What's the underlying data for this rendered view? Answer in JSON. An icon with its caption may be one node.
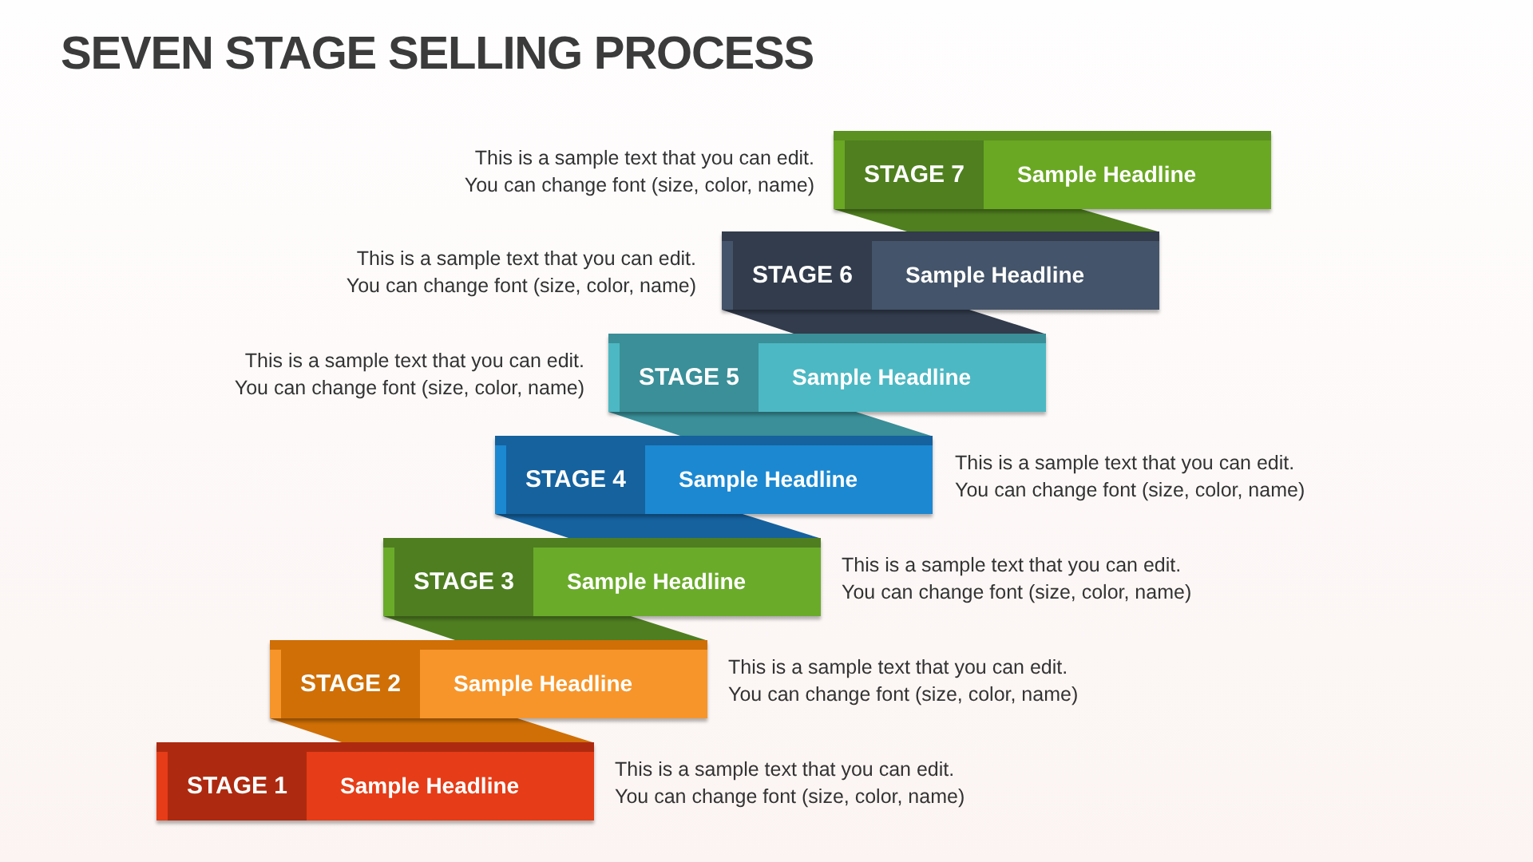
{
  "diagram": {
    "title": "SEVEN STAGE SELLING PROCESS",
    "nodes": [
      {
        "text": [
          "STAGE 7",
          "Sample Headline"
        ],
        "beside": [
          "This is a sample text that you can edit. You can change font (size, color, name)"
        ]
      },
      {
        "text": [
          "STAGE 6",
          "Sample Headline"
        ],
        "beside": [
          "This is a sample text that you can edit. You can change font (size, color, name)"
        ]
      },
      {
        "text": [
          "STAGE 5",
          "Sample Headline"
        ],
        "beside": [
          "This is a sample text that you can edit. You can change font (size, color, name)"
        ]
      },
      {
        "text": [
          "STAGE 4",
          "Sample Headline"
        ],
        "beside": [
          "This is a sample text that you can edit. You can change font (size, color, name)"
        ]
      },
      {
        "text": [
          "STAGE 3",
          "Sample Headline"
        ],
        "beside": [
          "This is a sample text that you can edit. You can change font (size, color, name)"
        ]
      },
      {
        "text": [
          "STAGE 2",
          "Sample Headline"
        ],
        "beside": [
          "This is a sample text that you can edit. You can change font (size, color, name)"
        ]
      },
      {
        "text": [
          "STAGE 1",
          "Sample Headline"
        ],
        "beside": [
          "This is a sample text that you can edit. You can change font (size, color, name)"
        ]
      }
    ],
    "edges": [
      {
        "from": 6,
        "to": 5,
        "arrow": "none"
      },
      {
        "from": 5,
        "to": 4,
        "arrow": "none"
      },
      {
        "from": 4,
        "to": 3,
        "arrow": "none"
      },
      {
        "from": 3,
        "to": 2,
        "arrow": "none"
      },
      {
        "from": 2,
        "to": 1,
        "arrow": "none"
      },
      {
        "from": 1,
        "to": 0,
        "arrow": "none"
      }
    ]
  }
}
